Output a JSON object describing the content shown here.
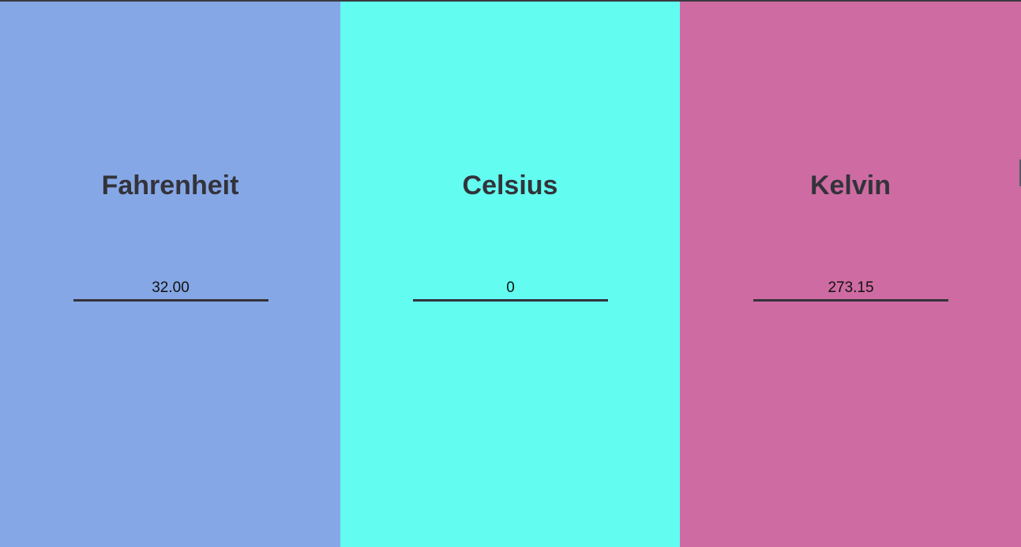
{
  "panels": [
    {
      "label": "Fahrenheit",
      "value": "32.00",
      "color": "#86a7e6"
    },
    {
      "label": "Celsius",
      "value": "0",
      "color": "#62fdf0"
    },
    {
      "label": "Kelvin",
      "value": "273.15",
      "color": "#ce6ba2"
    }
  ]
}
